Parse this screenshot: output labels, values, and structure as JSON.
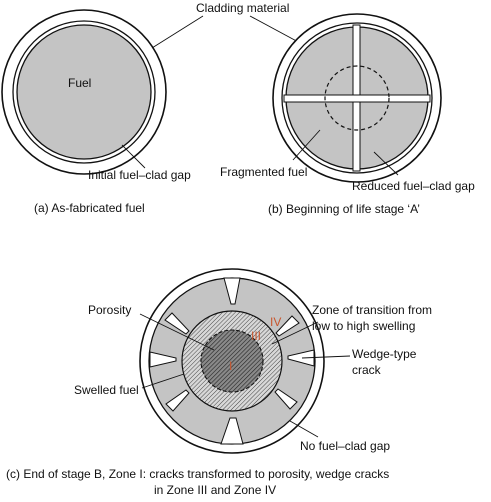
{
  "labels": {
    "cladding_material": "Cladding material",
    "fuel": "Fuel",
    "initial_gap": "Initial fuel–clad gap",
    "fragmented_fuel": "Fragmented fuel",
    "reduced_gap": "Reduced fuel–clad gap",
    "porosity": "Porosity",
    "zone_transition_1": "Zone of transition from",
    "zone_transition_2": "low to high swelling",
    "wedge_crack_1": "Wedge-type",
    "wedge_crack_2": "crack",
    "swelled_fuel": "Swelled fuel",
    "no_gap": "No fuel–clad gap"
  },
  "zones": {
    "zone_iv": "IV",
    "zone_iii": "III",
    "zone_i": "I"
  },
  "captions": {
    "a": "(a)  As-fabricated fuel",
    "b": "(b) Beginning of life stage ‘A’",
    "c_line1": "(c) End of stage B, Zone I: cracks transformed to porosity, wedge cracks",
    "c_line2": "in Zone III and Zone IV"
  },
  "colors": {
    "fuel": "#c4c4c4",
    "outline": "#111111",
    "zone_label": "#c8562e"
  }
}
